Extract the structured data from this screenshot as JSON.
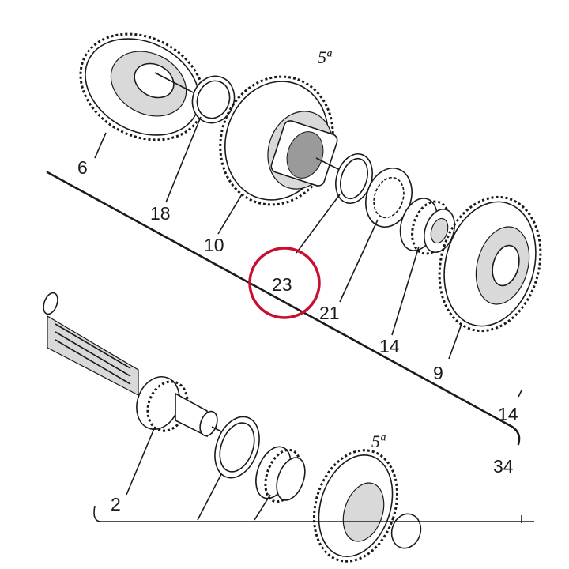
{
  "diagram": {
    "part_numbers": [
      "6",
      "18",
      "10",
      "23",
      "21",
      "14",
      "9",
      "14",
      "34",
      "2"
    ],
    "gear_marks": [
      "5ª",
      "5ª"
    ],
    "highlight": {
      "part": "23",
      "color": "#c8102e"
    },
    "ink_color": "#1a1a1a"
  }
}
